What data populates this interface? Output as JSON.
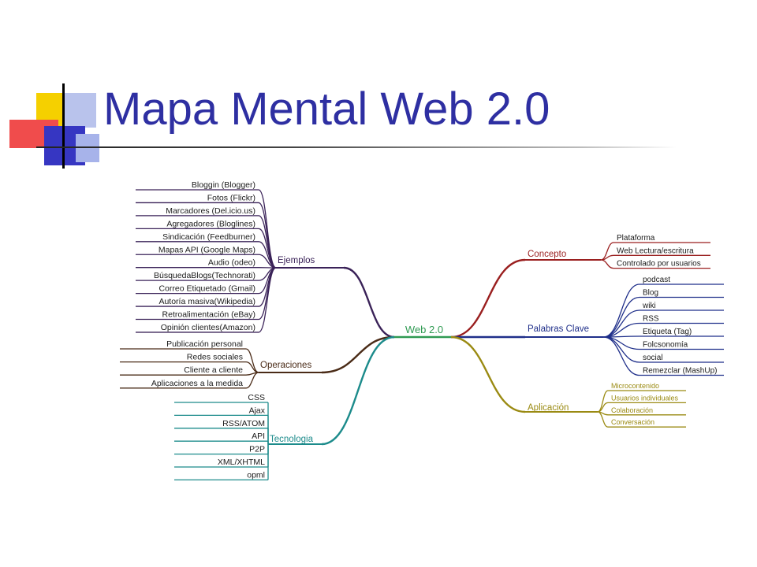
{
  "slide": {
    "title": "Mapa Mental Web 2.0"
  },
  "colors": {
    "title": "#2e2fa2",
    "center": "#2f9a52",
    "ejemplos": "#3a2258",
    "operaciones": "#4a2b17",
    "tecnologia": "#1c8b8b",
    "concepto": "#9a1f1f",
    "palabras_clave": "#1f2f8a",
    "aplicacion": "#9a8a12"
  },
  "mindmap": {
    "center": "Web 2.0",
    "branches": [
      {
        "label": "Ejemplos",
        "color_key": "ejemplos",
        "items": [
          "Bloggin (Blogger)",
          "Fotos (Flickr)",
          "Marcadores (Del.icio.us)",
          "Agregadores (Bloglines)",
          "Sindicación (Feedburner)",
          "Mapas API (Google Maps)",
          "Audio (odeo)",
          "BúsquedaBlogs(Technorati)",
          "Correo Etiquetado (Gmail)",
          "Autoría masiva(Wikipedia)",
          "Retroalimentación (eBay)",
          "Opinión clientes(Amazon)"
        ]
      },
      {
        "label": "Operaciones",
        "color_key": "operaciones",
        "items": [
          "Publicación personal",
          "Redes sociales",
          "Cliente a cliente",
          "Aplicaciones a la medida"
        ]
      },
      {
        "label": "Tecnologia",
        "color_key": "tecnologia",
        "items": [
          "CSS",
          "Ajax",
          "RSS/ATOM",
          "API",
          "P2P",
          "XML/XHTML",
          "opml"
        ]
      },
      {
        "label": "Concepto",
        "color_key": "concepto",
        "items": [
          "Plataforma",
          "Web Lectura/escritura",
          "Controlado por usuarios"
        ]
      },
      {
        "label": "Palabras Clave",
        "color_key": "palabras_clave",
        "items": [
          "podcast",
          "Blog",
          "wiki",
          "RSS",
          "Etiqueta (Tag)",
          "Folcsonomía",
          "social",
          "Remezclar (MashUp)"
        ]
      },
      {
        "label": "Aplicación",
        "color_key": "aplicacion",
        "items": [
          "Microcontenido",
          "Usuarios individuales",
          "Colaboración",
          "Conversación"
        ]
      }
    ]
  }
}
